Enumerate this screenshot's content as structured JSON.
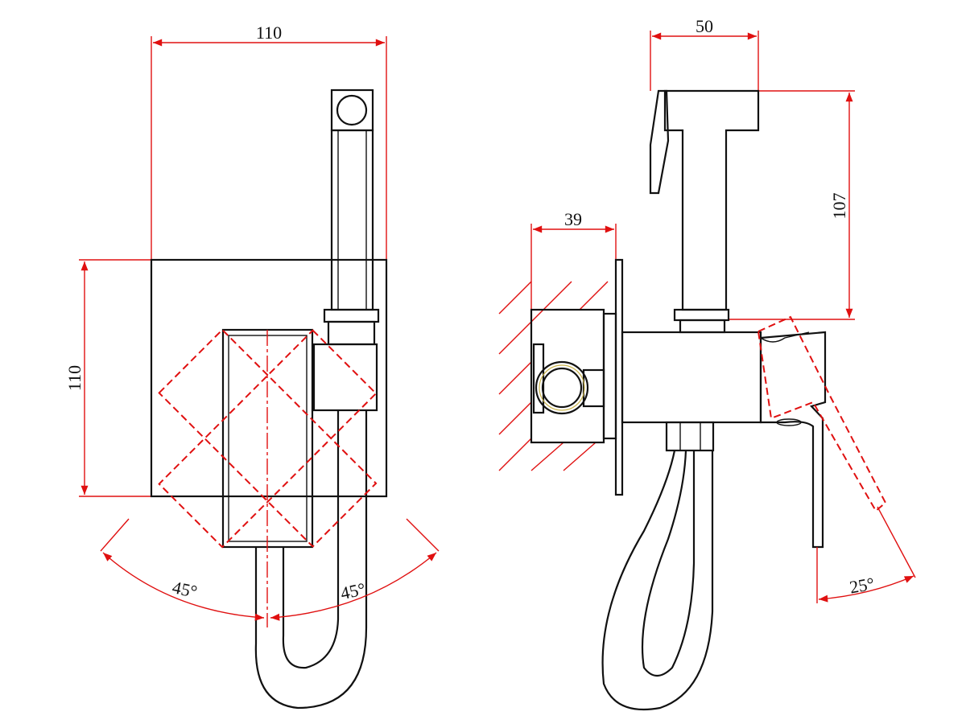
{
  "colors": {
    "outline": "#111111",
    "dimension": "#e01010"
  },
  "front_view": {
    "width_label": "110",
    "height_label": "110",
    "left_angle_label": "45°",
    "right_angle_label": "45°"
  },
  "side_view": {
    "head_width_label": "50",
    "box_depth_label": "39",
    "head_height_label": "107",
    "lever_angle_label": "25°"
  }
}
